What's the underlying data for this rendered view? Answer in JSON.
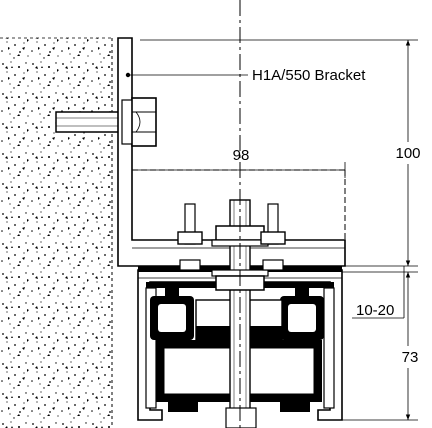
{
  "labels": {
    "bracket_callout": "H1A/550 Bracket",
    "dim_width": "98",
    "dim_bracket_height": "100",
    "dim_adjustment": "10-20",
    "dim_track_height": "73"
  }
}
